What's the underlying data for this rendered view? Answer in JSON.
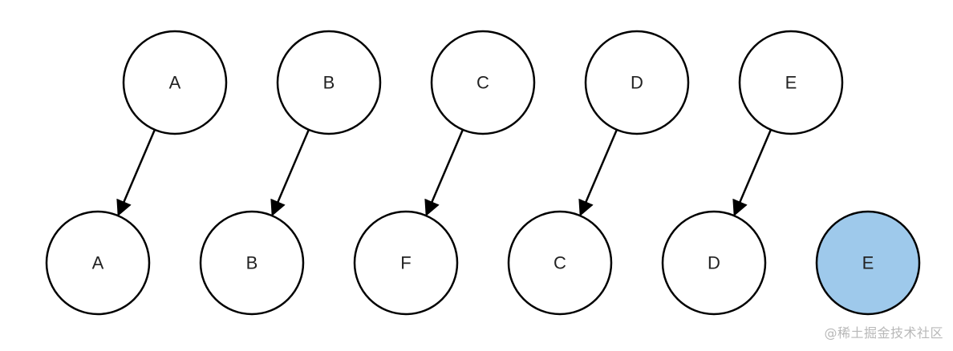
{
  "colors": {
    "node_fill": "#ffffff",
    "node_stroke": "#000000",
    "highlight_fill": "#9ec9eb",
    "edge": "#000000",
    "watermark": "#b8b8b8"
  },
  "top_row": [
    {
      "label": "A"
    },
    {
      "label": "B"
    },
    {
      "label": "C"
    },
    {
      "label": "D"
    },
    {
      "label": "E"
    }
  ],
  "bottom_row": [
    {
      "label": "A",
      "highlighted": false
    },
    {
      "label": "B",
      "highlighted": false
    },
    {
      "label": "F",
      "highlighted": false
    },
    {
      "label": "C",
      "highlighted": false
    },
    {
      "label": "D",
      "highlighted": false
    },
    {
      "label": "E",
      "highlighted": true
    }
  ],
  "edges": [
    {
      "from": "top_row.0",
      "to": "bottom_row.0"
    },
    {
      "from": "top_row.1",
      "to": "bottom_row.1"
    },
    {
      "from": "top_row.2",
      "to": "bottom_row.2"
    },
    {
      "from": "top_row.3",
      "to": "bottom_row.3"
    },
    {
      "from": "top_row.4",
      "to": "bottom_row.4"
    }
  ],
  "watermark": "@稀土掘金技术社区"
}
